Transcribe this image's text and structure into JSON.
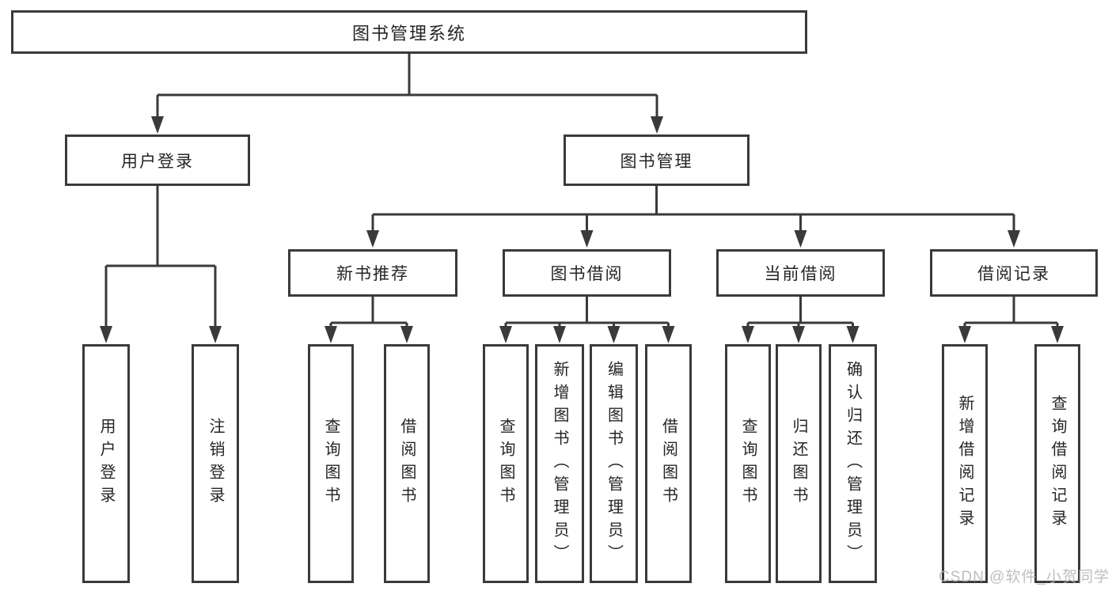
{
  "colors": {
    "line": "#3a3a3a",
    "box_border": "#3a3a3a",
    "text": "#252525",
    "watermark": "#b3b3b3",
    "background": "#ffffff"
  },
  "watermark": {
    "text": "CSDN @软件_小贺同学"
  },
  "tree": {
    "label": "图书管理系统",
    "children": [
      {
        "label": "用户登录",
        "children": [
          {
            "label": "用户登录"
          },
          {
            "label": "注销登录"
          }
        ]
      },
      {
        "label": "图书管理",
        "children": [
          {
            "label": "新书推荐",
            "children": [
              {
                "label": "查询图书"
              },
              {
                "label": "借阅图书"
              }
            ]
          },
          {
            "label": "图书借阅",
            "children": [
              {
                "label": "查询图书"
              },
              {
                "label": "新增图书（管理员）"
              },
              {
                "label": "编辑图书（管理员）"
              },
              {
                "label": "借阅图书"
              }
            ]
          },
          {
            "label": "当前借阅",
            "children": [
              {
                "label": "查询图书"
              },
              {
                "label": "归还图书"
              },
              {
                "label": "确认归还（管理员）"
              }
            ]
          },
          {
            "label": "借阅记录",
            "children": [
              {
                "label": "新增借阅记录"
              },
              {
                "label": "查询借阅记录"
              }
            ]
          }
        ]
      }
    ]
  }
}
